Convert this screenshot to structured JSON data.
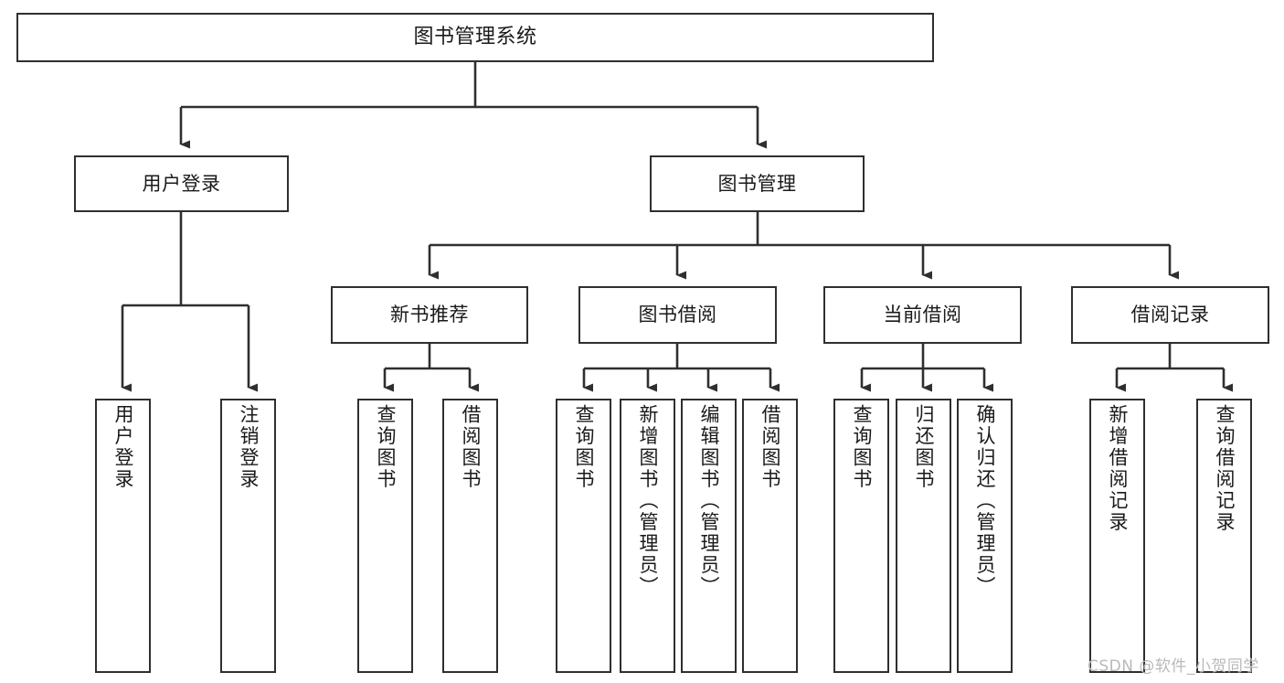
{
  "diagram": {
    "type": "hierarchy-tree",
    "title": "图书管理系统",
    "watermark": "CSDN @软件_小贺同学",
    "colors": {
      "box_border": "#2f2f2f",
      "box_fill": "#ffffff",
      "connector": "#2f2f2f",
      "text": "#1a1a1a",
      "watermark": "#b9b9b9"
    },
    "nodes": {
      "root": "图书管理系统",
      "level2": {
        "user_login": "用户登录",
        "book_manage": "图书管理"
      },
      "level3": {
        "new_book_rec": "新书推荐",
        "book_borrow": "图书借阅",
        "current_borrow": "当前借阅",
        "borrow_record": "借阅记录"
      },
      "leaves": {
        "user_login_1": "用户登录",
        "user_login_2": "注销登录",
        "new_book_rec_1": "查询图书",
        "new_book_rec_2": "借阅图书",
        "book_borrow_1": "查询图书",
        "book_borrow_2": "新增图书（管理员）",
        "book_borrow_3": "编辑图书（管理员）",
        "book_borrow_4": "借阅图书",
        "current_borrow_1": "查询图书",
        "current_borrow_2": "归还图书",
        "current_borrow_3": "确认归还（管理员）",
        "borrow_record_1": "新增借阅记录",
        "borrow_record_2": "查询借阅记录"
      }
    }
  }
}
